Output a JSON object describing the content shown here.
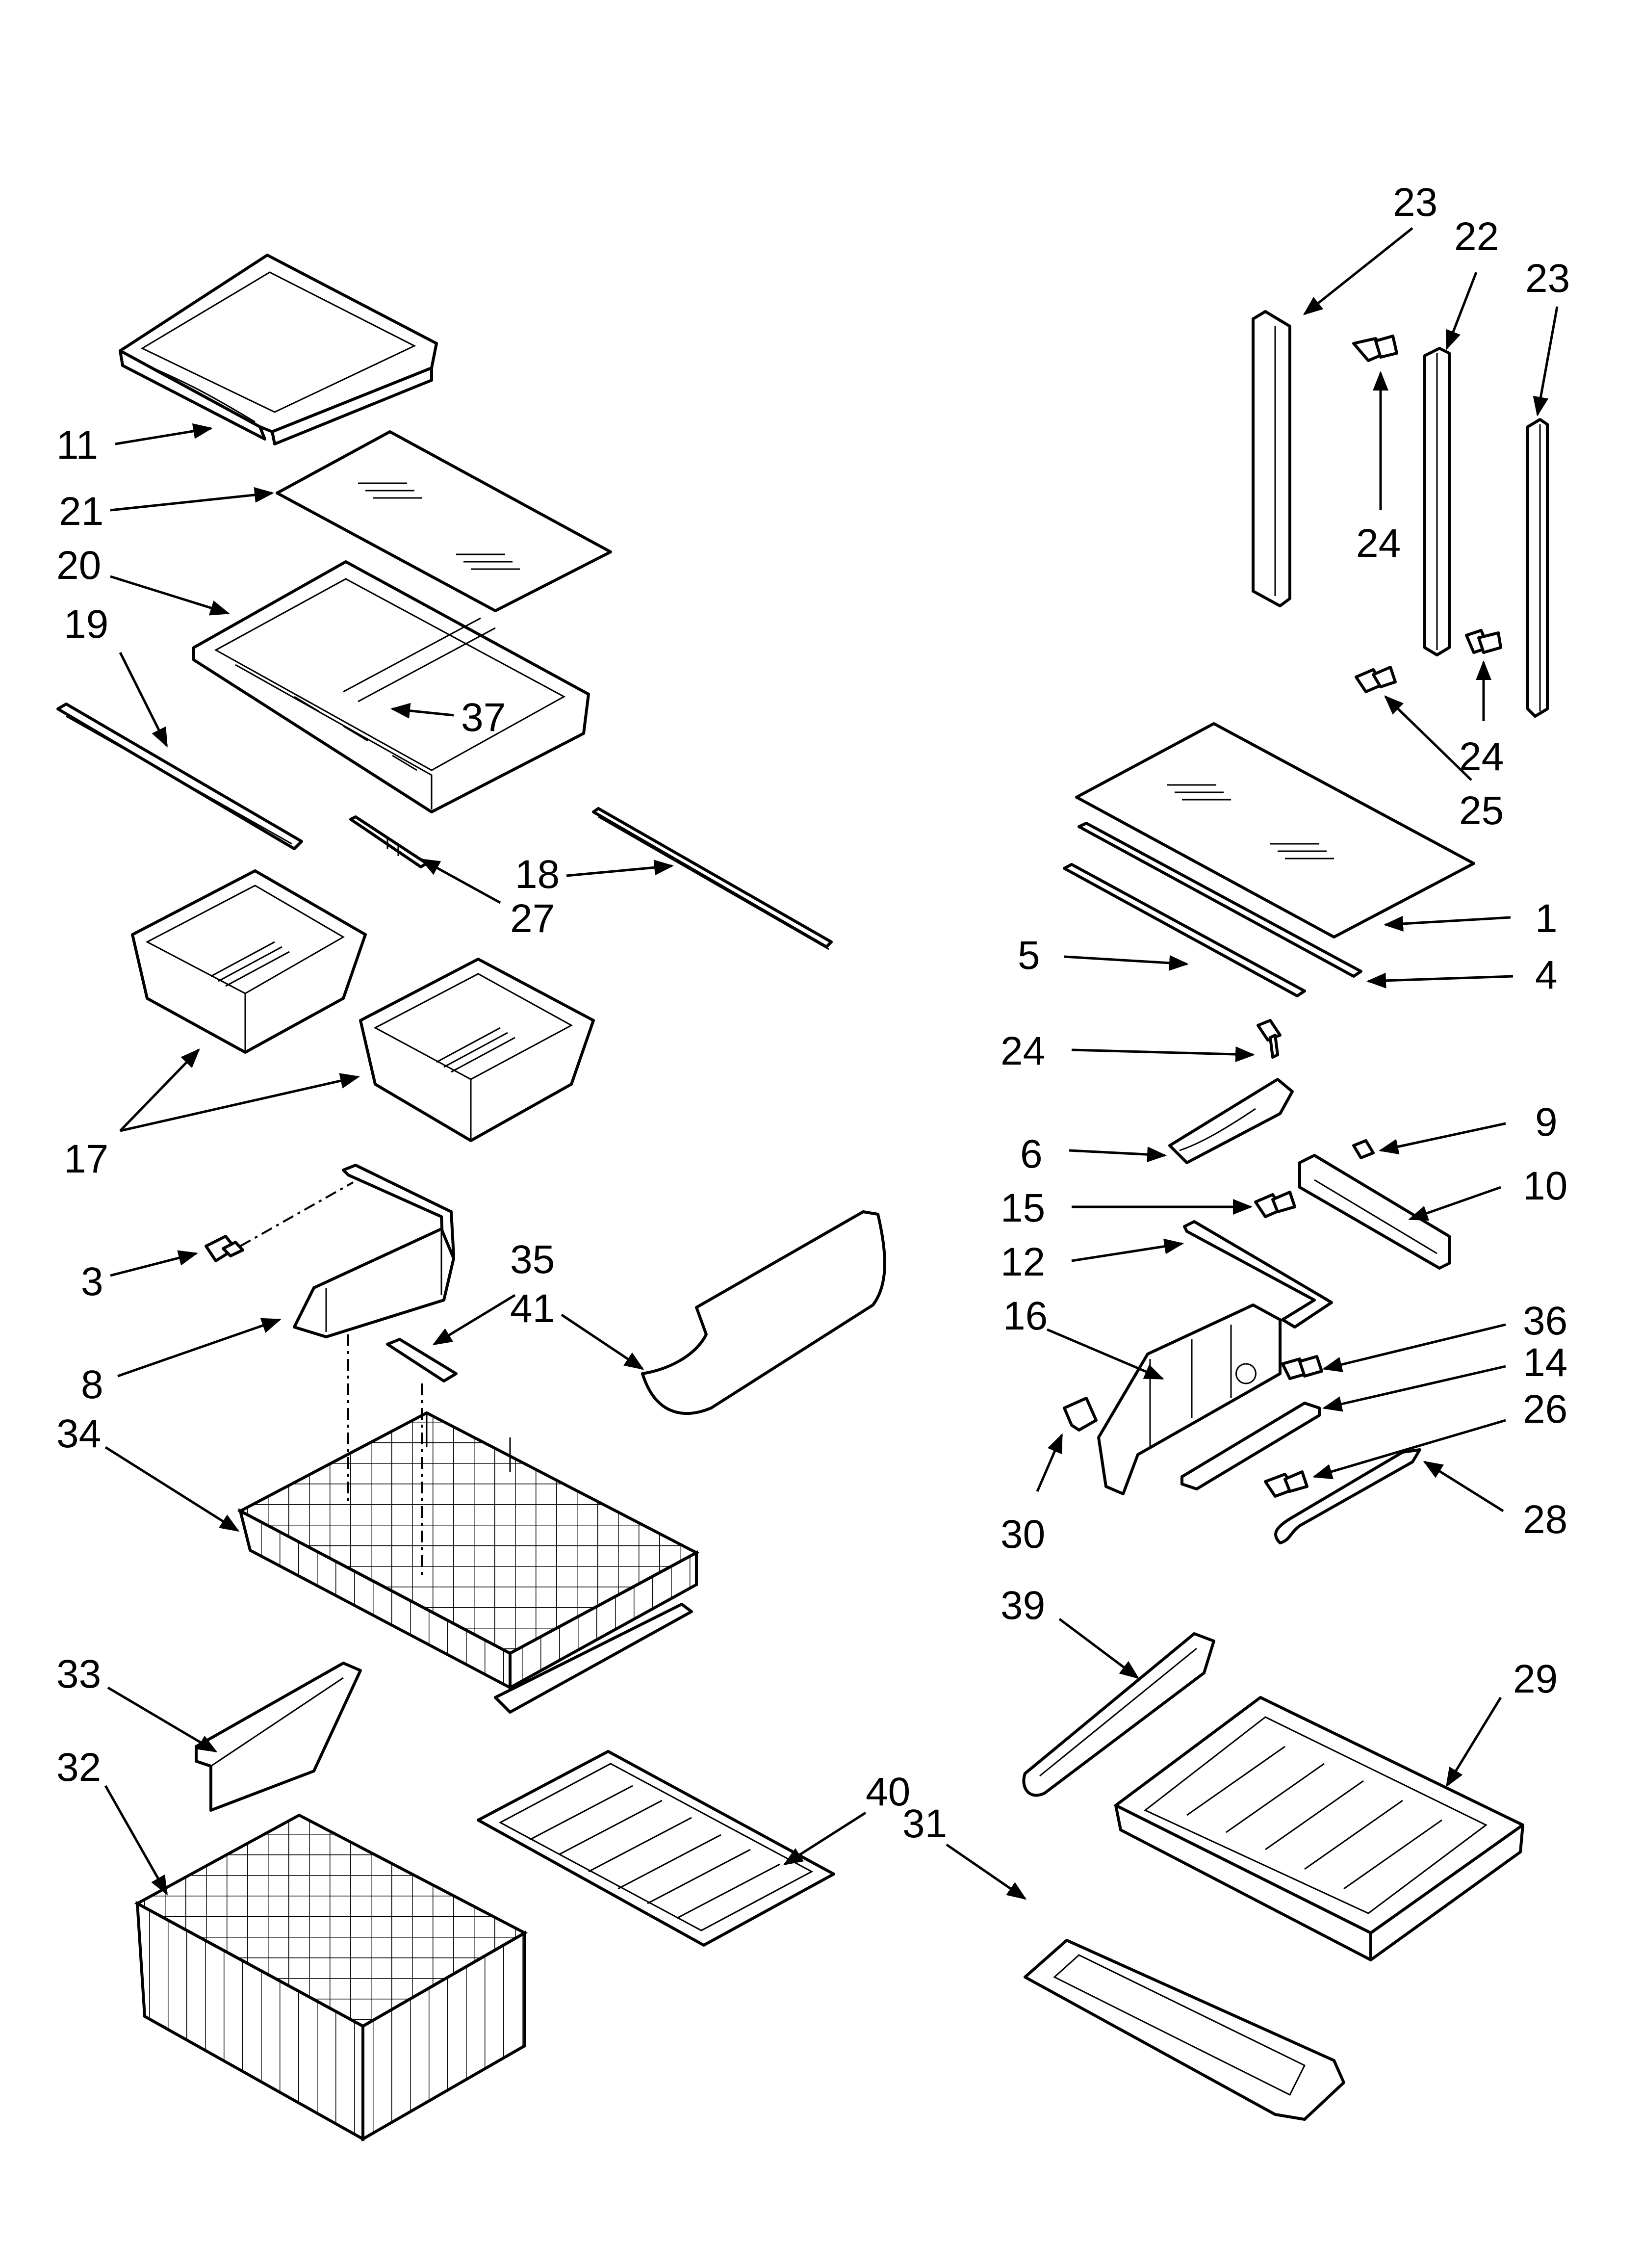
{
  "diagram": {
    "callouts": {
      "c1": "1",
      "c3": "3",
      "c4": "4",
      "c5": "5",
      "c6": "6",
      "c8": "8",
      "c9": "9",
      "c10": "10",
      "c11": "11",
      "c12": "12",
      "c14": "14",
      "c15": "15",
      "c16": "16",
      "c17": "17",
      "c18": "18",
      "c19": "19",
      "c20": "20",
      "c21": "21",
      "c22": "22",
      "c23a": "23",
      "c23b": "23",
      "c24a": "24",
      "c24b": "24",
      "c24c": "24",
      "c25": "25",
      "c26": "26",
      "c27": "27",
      "c28": "28",
      "c29": "29",
      "c30": "30",
      "c31": "31",
      "c32": "32",
      "c33": "33",
      "c34": "34",
      "c35": "35",
      "c36": "36",
      "c37": "37",
      "c39": "39",
      "c40": "40",
      "c41": "41"
    }
  }
}
